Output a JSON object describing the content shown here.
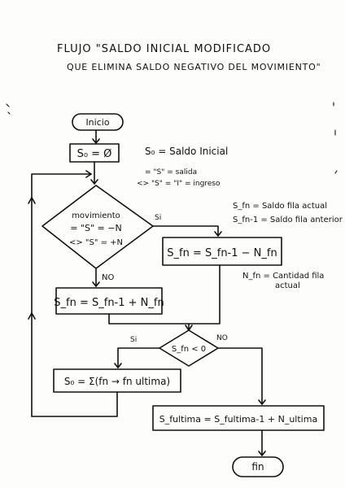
{
  "title": {
    "line1": "FLUJO \"SALDO INICIAL MODIFICADO",
    "line2": "QUE ELIMINA SALDO NEGATIVO DEL MOVIMIENTO\""
  },
  "nodes": {
    "inicio": "Inicio",
    "init_assign": "S₀ = Ø",
    "decision_lines": [
      "movimiento",
      "= \"S\" = −N",
      "<> \"S\" = +N"
    ],
    "yes_label_1": "Si",
    "no_label_1": "NO",
    "box_left": "S_fn = S_fn-1 + N_fn",
    "box_right": "S_fn = S_fn-1 − N_fn",
    "decision2": "S_fn < 0",
    "yes_label_2": "Si",
    "no_label_2": "NO",
    "sum_box": "S₀ = Σ(fn → fn ultima)",
    "final_box": "S_fultima = S_fultima-1 + N_ultima",
    "fin": "fin"
  },
  "legend": {
    "s0": "S₀ = Saldo Inicial",
    "types": [
      "= \"S\" = salida",
      "<> \"S\" = \"I\" = ingreso"
    ],
    "sfn": "S_fn = Saldo fila actual",
    "sfn1": "S_fn-1 = Saldo fila anterior",
    "nfn_1": "N_fn = Cantidad fila",
    "nfn_2": "actual"
  }
}
